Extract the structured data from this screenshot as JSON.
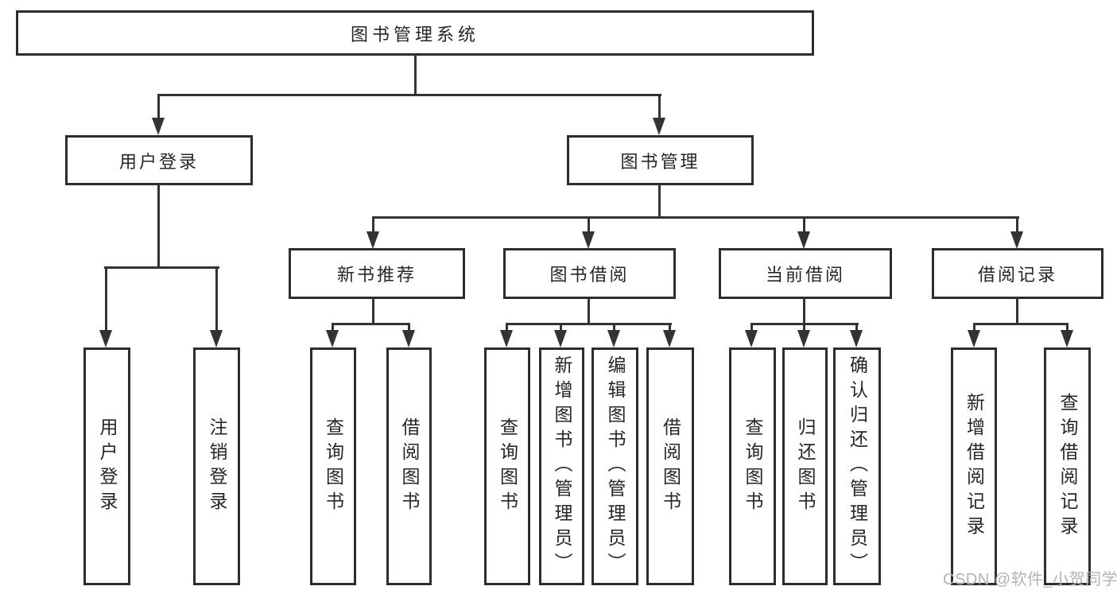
{
  "colors": {
    "line": "#333333",
    "box_border": "#2d2d2d",
    "text": "#262626",
    "watermark": "#b3b3b3",
    "background": "#ffffff"
  },
  "diagram": {
    "root": {
      "label": "图书管理系统"
    },
    "user_login": {
      "label": "用户登录",
      "children": [
        {
          "label": "用户登录"
        },
        {
          "label": "注销登录"
        }
      ]
    },
    "book_mgmt": {
      "label": "图书管理",
      "modules": [
        {
          "label": "新书推荐",
          "children": [
            {
              "label": "查询图书"
            },
            {
              "label": "借阅图书"
            }
          ]
        },
        {
          "label": "图书借阅",
          "children": [
            {
              "label": "查询图书"
            },
            {
              "label": "新增图书（管理员）"
            },
            {
              "label": "编辑图书（管理员）"
            },
            {
              "label": "借阅图书"
            }
          ]
        },
        {
          "label": "当前借阅",
          "children": [
            {
              "label": "查询图书"
            },
            {
              "label": "归还图书"
            },
            {
              "label": "确认归还（管理员）"
            }
          ]
        },
        {
          "label": "借阅记录",
          "children": [
            {
              "label": "新增借阅记录"
            },
            {
              "label": "查询借阅记录"
            }
          ]
        }
      ]
    }
  },
  "watermark": {
    "text": "CSDN @软件_小贺同学"
  }
}
